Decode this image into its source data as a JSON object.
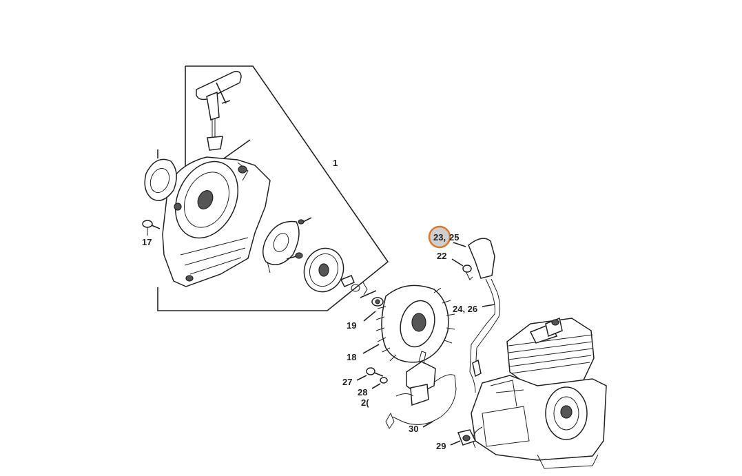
{
  "labels": {
    "l1": "1",
    "l17": "17",
    "l19": "19",
    "l18": "18",
    "l23": "23,",
    "l25": "25",
    "l22": "22",
    "l2426": "24, 26",
    "l27": "27",
    "l28": "28",
    "l20": "2(",
    "l30": "30",
    "l29": "29"
  },
  "colors": {
    "highlight_fill": "#cfcfcf",
    "highlight_ring": "#d9772c",
    "line": "#222222"
  },
  "icons": [
    "starter-handle-icon",
    "fan-housing-icon",
    "flywheel-icon",
    "ignition-module-icon",
    "engine-cylinder-icon"
  ]
}
